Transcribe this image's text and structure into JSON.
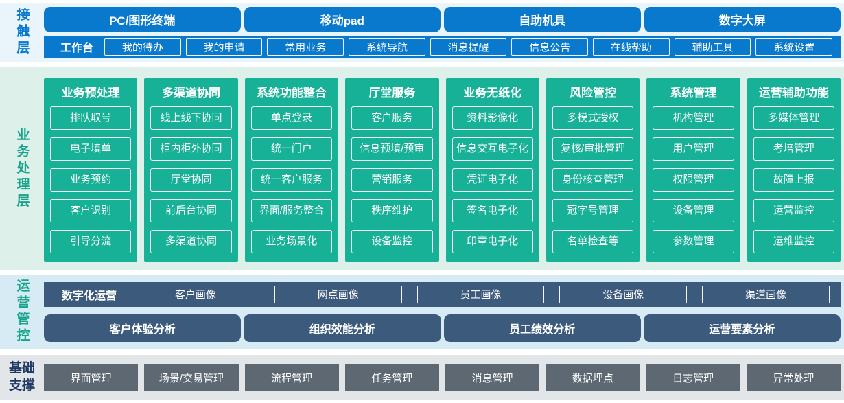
{
  "colors": {
    "primary_blue": "#0979cd",
    "teal_green": "#16b197",
    "teal_label": "#17a38c",
    "dark_slate_blue": "#3c5a7c",
    "slate_gray": "#5d6873",
    "navy_label": "#1f3864",
    "contact_band_bg": "#e9f4fb",
    "business_band_bg": "#def0ea",
    "operations_band_bg": "#d7ebf5",
    "foundation_band_bg": "#e3e6e8"
  },
  "contact_layer": {
    "label": "接触层",
    "terminals": [
      "PC/图形终端",
      "移动pad",
      "自助机具",
      "数字大屏"
    ],
    "workbench": {
      "label": "工作台",
      "items": [
        "我的待办",
        "我的申请",
        "常用业务",
        "系统导航",
        "消息提醒",
        "信息公告",
        "在线帮助",
        "辅助工具",
        "系统设置"
      ]
    }
  },
  "business_layer": {
    "label": "业务处理层",
    "columns": [
      {
        "title": "业务预处理",
        "items": [
          "排队取号",
          "电子填单",
          "业务预约",
          "客户识别",
          "引导分流"
        ]
      },
      {
        "title": "多渠道协同",
        "items": [
          "线上线下协同",
          "柜内柜外协同",
          "厅堂协同",
          "前后台协同",
          "多渠道协同"
        ]
      },
      {
        "title": "系统功能整合",
        "items": [
          "单点登录",
          "统一门户",
          "统一客户服务",
          "界面/服务整合",
          "业务场景化"
        ]
      },
      {
        "title": "厅堂服务",
        "items": [
          "客户服务",
          "信息预填/预审",
          "营销服务",
          "秩序维护",
          "设备监控"
        ]
      },
      {
        "title": "业务无纸化",
        "items": [
          "资料影像化",
          "信息交互电子化",
          "凭证电子化",
          "签名电子化",
          "印章电子化"
        ]
      },
      {
        "title": "风险管控",
        "items": [
          "多模式授权",
          "复核/审批管理",
          "身份核查管理",
          "冠字号管理",
          "名单检查等"
        ]
      },
      {
        "title": "系统管理",
        "items": [
          "机构管理",
          "用户管理",
          "权限管理",
          "设备管理",
          "参数管理"
        ]
      },
      {
        "title": "运营辅助功能",
        "items": [
          "多媒体管理",
          "考培管理",
          "故障上报",
          "运营监控",
          "运维监控"
        ]
      }
    ]
  },
  "operations_layer": {
    "label": "运营管控",
    "digital_ops": {
      "label": "数字化运营",
      "items": [
        "客户画像",
        "网点画像",
        "员工画像",
        "设备画像",
        "渠道画像"
      ]
    },
    "analysis": [
      "客户体验分析",
      "组织效能分析",
      "员工绩效分析",
      "运营要素分析"
    ]
  },
  "foundation_layer": {
    "label": "基础支撑",
    "items": [
      "界面管理",
      "场景/交易管理",
      "流程管理",
      "任务管理",
      "消息管理",
      "数据埋点",
      "日志管理",
      "异常处理"
    ]
  }
}
